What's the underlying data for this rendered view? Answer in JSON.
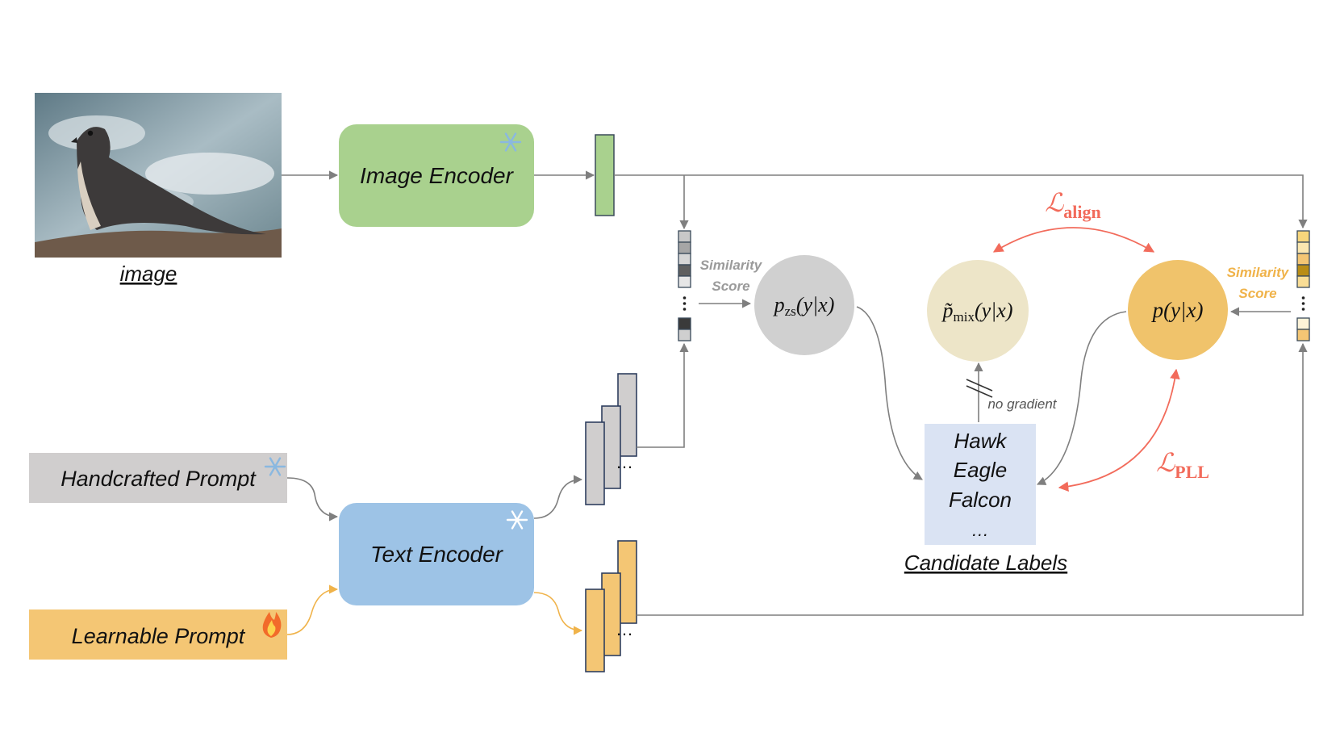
{
  "image_caption": "image",
  "image_encoder": {
    "label": "Image Encoder",
    "icon": "snowflake-icon"
  },
  "text_encoder": {
    "label": "Text Encoder",
    "icon": "snowflake-icon"
  },
  "handcrafted_prompt": {
    "label": "Handcrafted Prompt",
    "icon": "snowflake-icon"
  },
  "learnable_prompt": {
    "label": "Learnable Prompt",
    "icon": "fire-icon"
  },
  "similarity_left": {
    "line1": "Similarity",
    "line2": "Score"
  },
  "similarity_right": {
    "line1": "Similarity",
    "line2": "Score"
  },
  "p_zs": {
    "p": "p",
    "sub": "zs",
    "rest": "(y|x)"
  },
  "p_mix": {
    "p": "p̃",
    "sub": "mix",
    "rest": "(y|x)"
  },
  "p_model": {
    "label": "p(y|x)"
  },
  "loss_align": {
    "symbol": "ℒ",
    "sub": "align"
  },
  "loss_pll": {
    "symbol": "ℒ",
    "sub": "PLL"
  },
  "no_gradient": "no gradient",
  "candidates": {
    "items": [
      "Hawk",
      "Eagle",
      "Falcon",
      "…"
    ],
    "caption": "Candidate Labels"
  },
  "ellipsis": "…",
  "colors": {
    "image_encoder": "#a9d18e",
    "text_encoder": "#9dc3e6",
    "handcrafted": "#d0cece",
    "learnable": "#f4c674",
    "p_zs": "#d0d0d0",
    "p_mix": "#ede5c8",
    "p_model": "#f0c36b",
    "candidates": "#dae3f3",
    "loss": "#f26b5b"
  }
}
